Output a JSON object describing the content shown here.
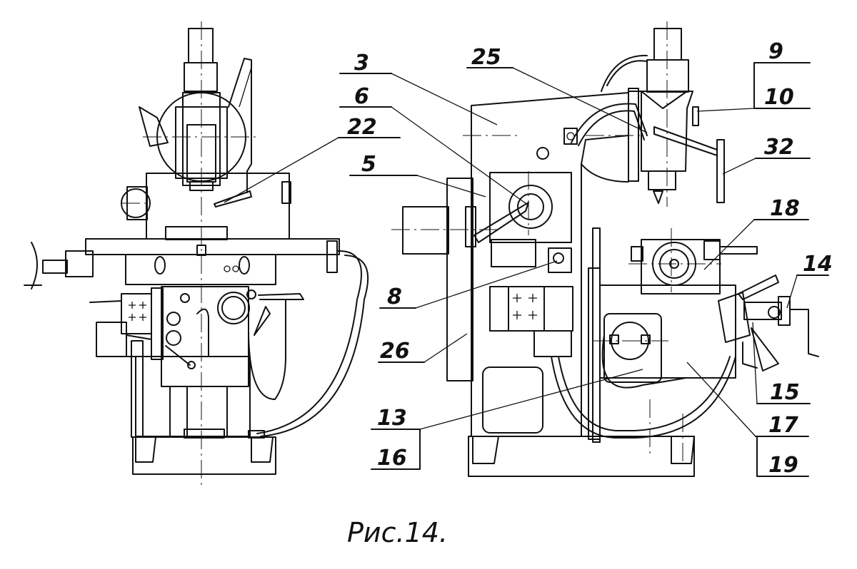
{
  "figure": {
    "caption": "Рис.14."
  },
  "labels": {
    "l3": "3",
    "l25": "25",
    "l9": "9",
    "l10": "10",
    "l6": "6",
    "l22": "22",
    "l32": "32",
    "l5": "5",
    "l18": "18",
    "l14": "14",
    "l8": "8",
    "l26": "26",
    "l15": "15",
    "l13": "13",
    "l17": "17",
    "l16": "16",
    "l19": "19"
  }
}
